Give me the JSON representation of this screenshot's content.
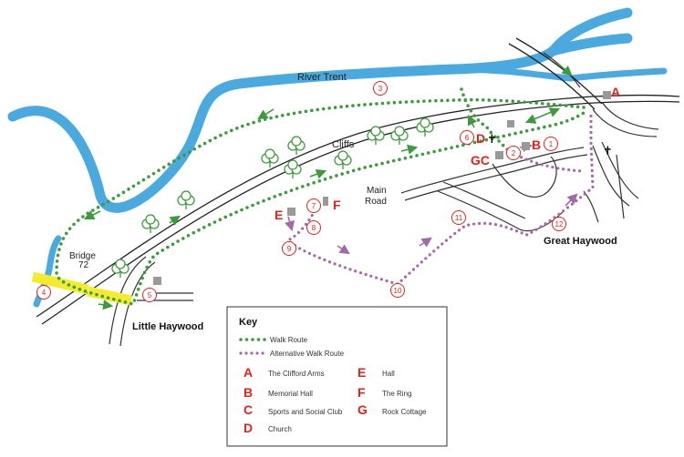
{
  "map": {
    "labels": {
      "river": "River Trent",
      "cliffs": "Cliffs",
      "main_road_line1": "Main",
      "main_road_line2": "Road",
      "bridge_line1": "Bridge",
      "bridge_line2": "72",
      "little_haywood": "Little Haywood",
      "great_haywood": "Great Haywood"
    },
    "waypoints": [
      "1",
      "2",
      "3",
      "4",
      "5",
      "6",
      "7",
      "8",
      "9",
      "10",
      "11",
      "12"
    ],
    "map_letters": {
      "a": "A",
      "b": "B",
      "gc": "GC",
      "d": "D",
      "e": "E",
      "f": "F"
    },
    "church_symbol": "✝",
    "colors": {
      "river": "#4aa9de",
      "walk_route": "#3e9a3e",
      "alt_route": "#a469a8",
      "highlight": "#f3ec2e",
      "letters": "#e0241f",
      "buildings": "#999999"
    }
  },
  "key": {
    "title": "Key",
    "walk_route": "Walk Route",
    "alt_route": "Alternative Walk Route",
    "entries": [
      {
        "letter": "A",
        "name": "The Clifford Arms"
      },
      {
        "letter": "B",
        "name": "Memorial Hall"
      },
      {
        "letter": "C",
        "name": "Sports and Social Club"
      },
      {
        "letter": "D",
        "name": "Church"
      },
      {
        "letter": "E",
        "name": "Hall"
      },
      {
        "letter": "F",
        "name": "The Ring"
      },
      {
        "letter": "G",
        "name": "Rock Cottage"
      }
    ]
  }
}
